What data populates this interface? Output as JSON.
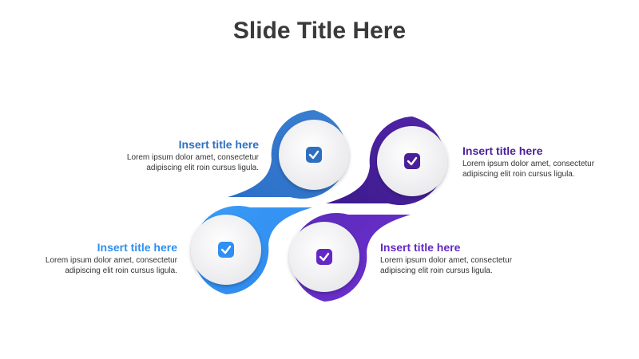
{
  "slide": {
    "title": "Slide Title Here"
  },
  "items": [
    {
      "id": "top-left",
      "title": "Insert title here",
      "desc_line1": "Lorem ipsum dolor amet, consectetur",
      "desc_line2": "adipiscing elit roin cursus ligula.",
      "color": "#2f6fc0",
      "icon": "check-icon"
    },
    {
      "id": "top-right",
      "title": "Insert title here",
      "desc_line1": "Lorem ipsum dolor amet, consectetur",
      "desc_line2": "adipiscing elit roin cursus ligula.",
      "color": "#4a1f9a",
      "icon": "check-icon"
    },
    {
      "id": "bottom-left",
      "title": "Insert title here",
      "desc_line1": "Lorem ipsum dolor amet, consectetur",
      "desc_line2": "adipiscing elit roin cursus ligula.",
      "color": "#2f8ff2",
      "icon": "check-icon"
    },
    {
      "id": "bottom-right",
      "title": "Insert title here",
      "desc_line1": "Lorem ipsum dolor amet, consectetur",
      "desc_line2": "adipiscing elit roin cursus ligula.",
      "color": "#6428c4",
      "icon": "check-icon"
    }
  ]
}
